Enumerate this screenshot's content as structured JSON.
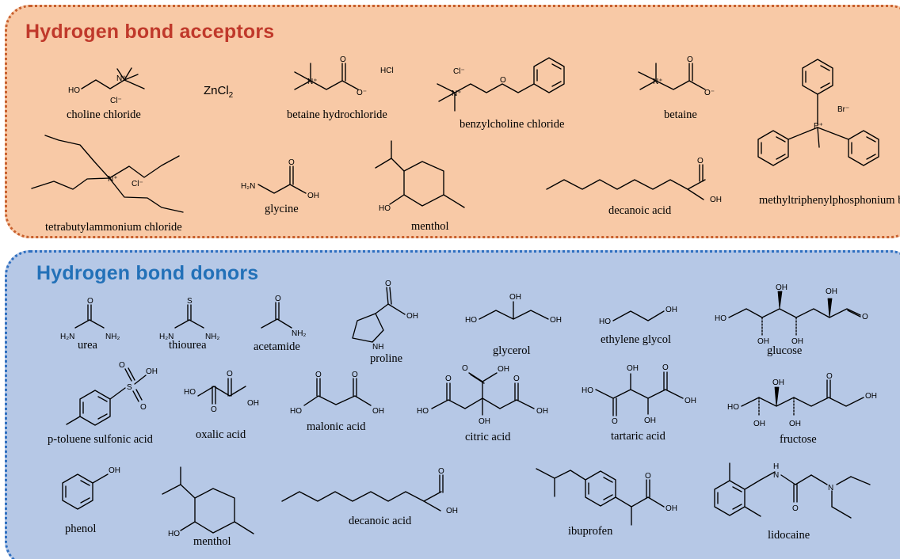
{
  "panels": {
    "acceptors_title": "Hydrogen bond acceptors",
    "donors_title": "Hydrogen bond donors"
  },
  "colors": {
    "acceptor_fill": "#f8c9a6",
    "acceptor_border": "#c8602e",
    "acceptor_title": "#c0392b",
    "donor_fill": "#b6c8e6",
    "donor_border": "#2e6fc0",
    "donor_title": "#2371b8"
  },
  "acceptors": [
    "choline chloride",
    "betaine hydrochloride",
    "benzylcholine chloride",
    "betaine",
    "methyltriphenylphosphonium bromide",
    "tetrabutylammonium chloride",
    "glycine",
    "menthol",
    "decanoic acid"
  ],
  "acceptor_formula": "ZnCl2",
  "donors": [
    "urea",
    "thiourea",
    "acetamide",
    "proline",
    "glycerol",
    "ethylene glycol",
    "glucose",
    "p-toluene sulfonic acid",
    "oxalic acid",
    "malonic acid",
    "citric acid",
    "tartaric acid",
    "fructose",
    "phenol",
    "menthol",
    "decanoic acid",
    "ibuprofen",
    "lidocaine"
  ],
  "atom_labels": {
    "ho": "HO",
    "oh": "OH",
    "o": "O",
    "o_minus": "O⁻",
    "n_plus": "N⁺",
    "p_plus": "P⁺",
    "cl_minus": "Cl⁻",
    "br_minus": "Br⁻",
    "hcl": "HCl",
    "h2n": "H₂N",
    "nh2": "NH₂",
    "nh": "NH",
    "hn": "H",
    "hn_n": "N",
    "n": "N",
    "s": "S"
  }
}
